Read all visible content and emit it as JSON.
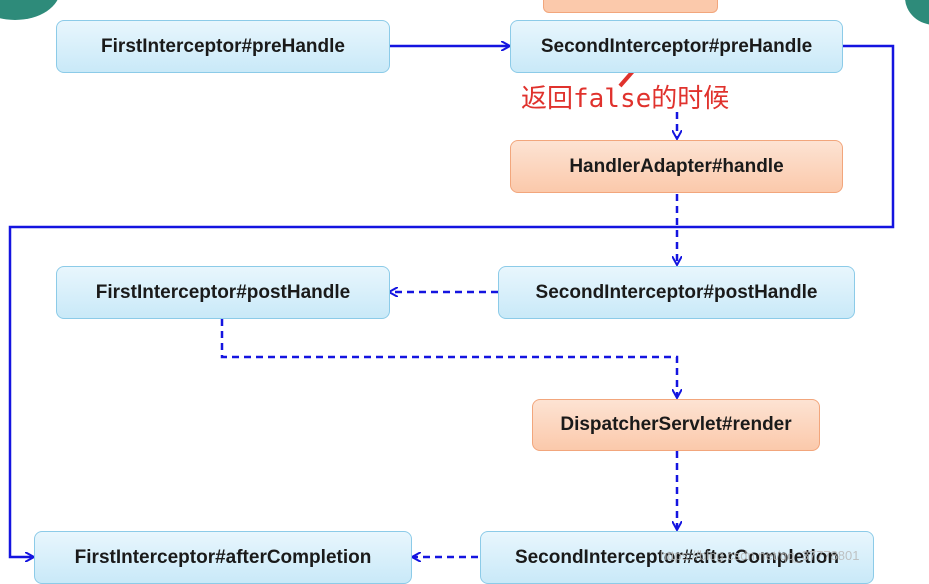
{
  "nodes": {
    "first_pre": "FirstInterceptor#preHandle",
    "second_pre": "SecondInterceptor#preHandle",
    "handler_adapter": "HandlerAdapter#handle",
    "first_post": "FirstInterceptor#postHandle",
    "second_post": "SecondInterceptor#postHandle",
    "dispatcher_render": "DispatcherServlet#render",
    "first_after": "FirstInterceptor#afterCompletion",
    "second_after": "SecondInterceptor#afterCompletion"
  },
  "annotation": "返回false的时候",
  "watermark": "https://blog.csdn.net/qq_37778801",
  "colors": {
    "arrow": "#1414e0",
    "annotation": "#e0322d",
    "node_blue_border": "#8ccbe8",
    "node_orange_border": "#f2a67c"
  }
}
